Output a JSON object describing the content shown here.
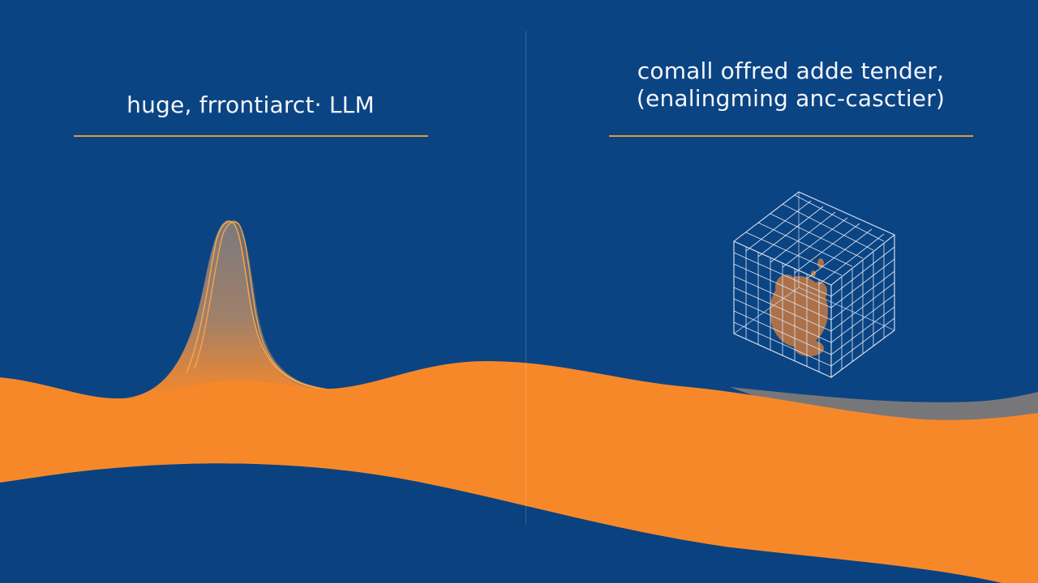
{
  "left_panel": {
    "caption": "huge, frrontiarct· LLM"
  },
  "right_panel": {
    "caption_line_1": "comall offred adde tender,",
    "caption_line_2": "(enalingming anc-casctier)"
  },
  "colors": {
    "background": "#0b4483",
    "accent_orange": "#f7882a",
    "rule_orange": "#e39a3c",
    "grey": "#76767a",
    "grid_line": "#dfe6f5",
    "text": "#f4f6fb"
  },
  "icons": {
    "left_shape": "peak-wave",
    "right_shape": "wireframe-cube-with-orange-cluster"
  }
}
